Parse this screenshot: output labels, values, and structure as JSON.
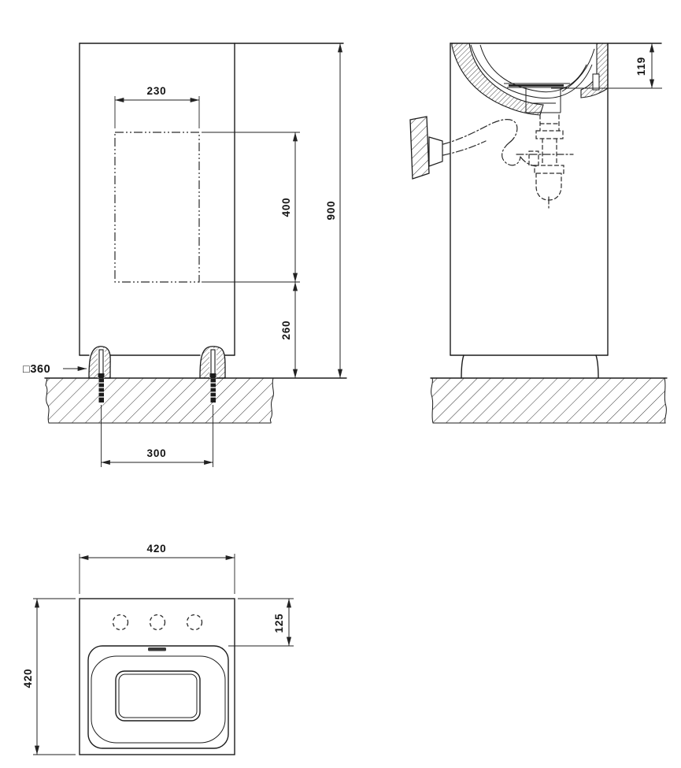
{
  "drawing": {
    "type": "technical-dimension-drawing",
    "subject": "pedestal washbasin, three orthographic views",
    "colors": {
      "line": "#1c1c1c",
      "background": "#ffffff",
      "overflow_slot": "#3a3a3a"
    },
    "views": {
      "front": {
        "label": "front-elevation",
        "dimensions": {
          "recess_width": "230",
          "recess_height": "400",
          "overall_height": "900",
          "recess_bottom_height": "260",
          "bolt_spacing": "300",
          "wall_square_label": "□360"
        }
      },
      "side": {
        "label": "side-section",
        "dimensions": {
          "rim_to_outlet": "119"
        }
      },
      "plan": {
        "label": "top-plan",
        "dimensions": {
          "width": "420",
          "depth": "420",
          "tap_deck_depth": "125"
        }
      }
    }
  }
}
